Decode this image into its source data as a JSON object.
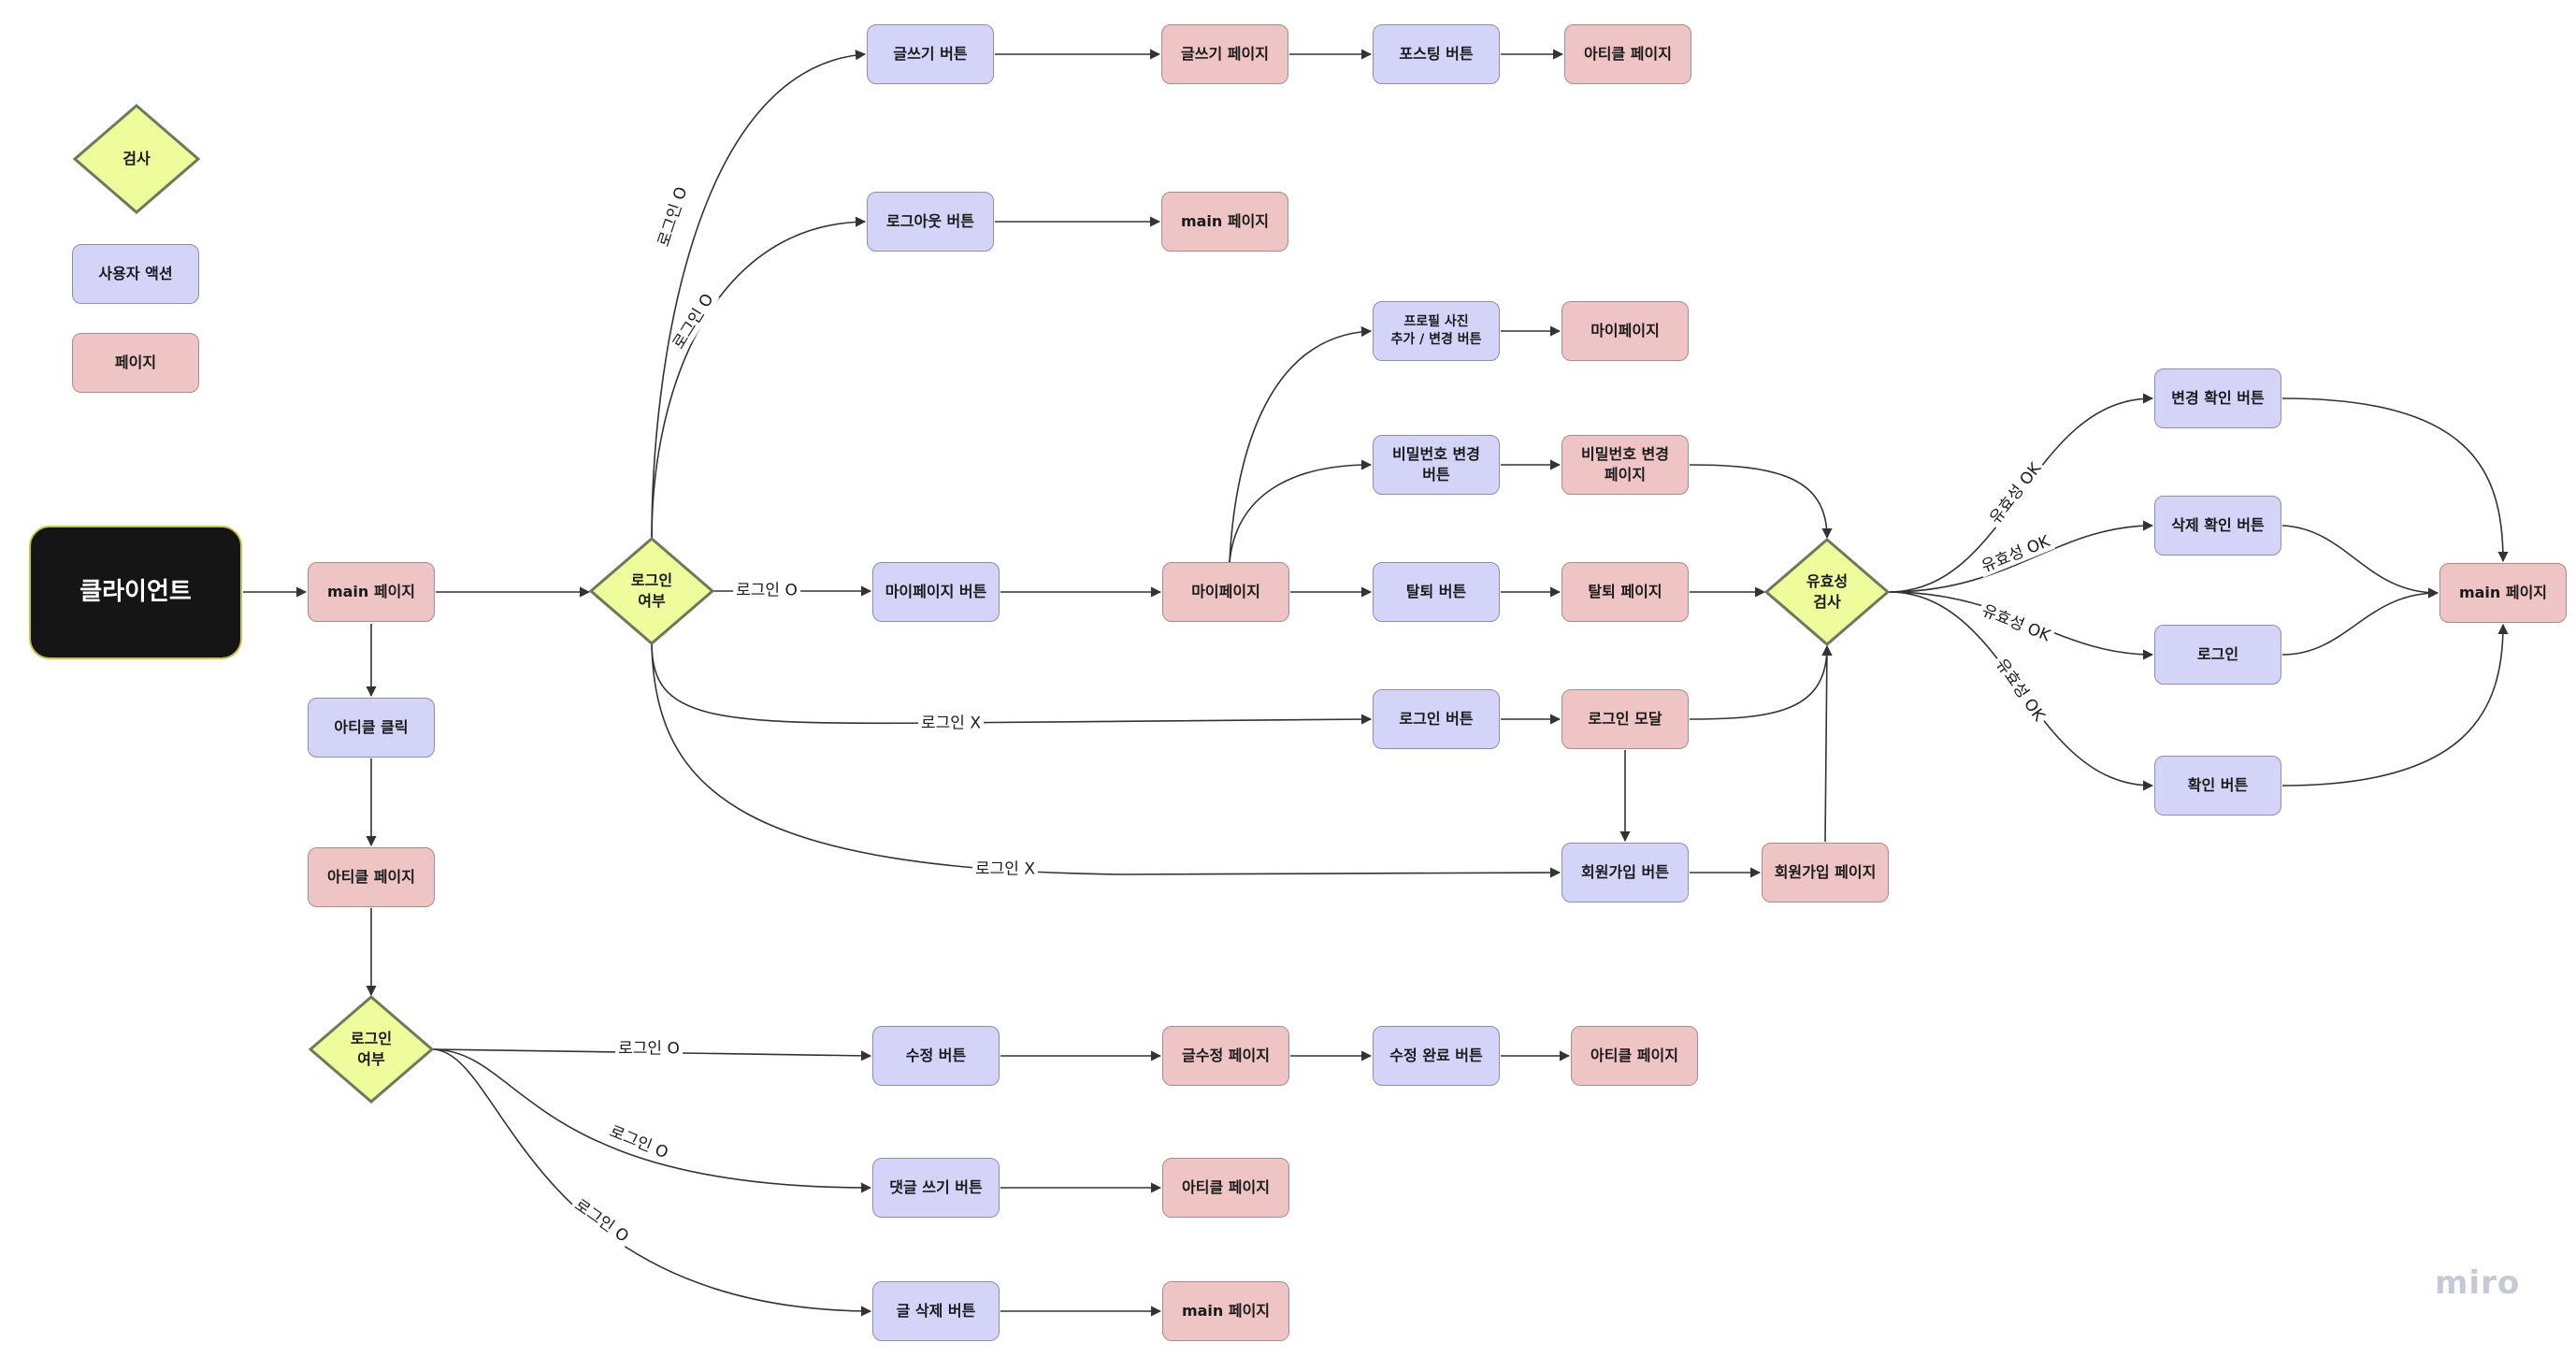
{
  "legend": {
    "check": "검사",
    "user_action": "사용자 액션",
    "page": "페이지"
  },
  "nodes": {
    "client": "클라이언트",
    "main_page": "main 페이지",
    "article_click": "아티클  클릭",
    "article_page_1": "아티클 페이지",
    "login_check_top": "로그인\n여부",
    "login_check_bottom": "로그인\n여부",
    "write_button": "글쓰기 버튼",
    "write_page": "글쓰기 페이지",
    "posting_button": "포스팅 버튼",
    "article_page_2": "아티클 페이지",
    "logout_button": "로그아웃 버튼",
    "main_page_2": "main 페이지",
    "profile_button": "프로필 사진\n추가 / 변경 버튼",
    "mypage_2": "마이페이지",
    "pw_change_button": "비밀번호 변경\n버튼",
    "pw_change_page": "비밀번호 변경\n페이지",
    "mypage_button": "마이페이지 버튼",
    "mypage": "마이페이지",
    "withdraw_button": "탈퇴 버튼",
    "withdraw_page": "탈퇴 페이지",
    "validity_check": "유효성\n검사",
    "login_button": "로그인 버튼",
    "login_modal": "로그인 모달",
    "signup_button": "회원가입 버튼",
    "signup_page": "회원가입 페이지",
    "confirm_change_button": "변경 확인 버튼",
    "confirm_delete_button": "삭제 확인 버튼",
    "login": "로그인",
    "confirm_button": "확인 버튼",
    "main_page_final": "main 페이지",
    "edit_button": "수정 버튼",
    "edit_page": "글수정 페이지",
    "edit_done_button": "수정 완료 버튼",
    "article_page_3": "아티클 페이지",
    "comment_button": "댓글 쓰기 버튼",
    "article_page_4": "아티클 페이지",
    "delete_button": "글 삭제 버튼",
    "main_page_3": "main 페이지"
  },
  "edge_labels": {
    "login_o": "로그인 O",
    "login_x": "로그인 X",
    "login_space_x": "로그인  X",
    "valid_ok": "유효성 OK"
  },
  "watermark": "miro",
  "colors": {
    "diamond_fill": "#eefc9c",
    "action_fill": "#d4d4f9",
    "page_fill": "#efc4c4",
    "start_fill": "#151515",
    "line": "#333333"
  }
}
